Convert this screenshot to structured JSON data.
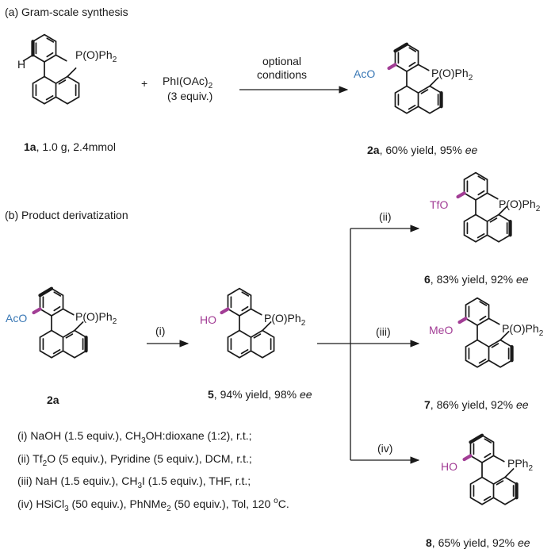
{
  "section_a": {
    "title": "(a) Gram-scale synthesis",
    "reactant": {
      "h": "H",
      "substituent": "P(O)Ph",
      "sub_num": "2",
      "label_bold": "1a",
      "label_rest": ", 1.0 g, 2.4mmol"
    },
    "plus": "+",
    "reagent": {
      "line1_a": "PhI(OAc)",
      "line1_num": "2",
      "line2": "(3 equiv.)"
    },
    "arrow": {
      "line1": "optional",
      "line2": "conditions"
    },
    "product": {
      "group": "AcO",
      "substituent": "P(O)Ph",
      "sub_num": "2",
      "label_bold": "2a",
      "label_rest": ", 60% yield, 95% ",
      "ee": "ee"
    }
  },
  "section_b": {
    "title": "(b) Product derivatization",
    "start": {
      "group": "AcO",
      "substituent": "P(O)Ph",
      "sub_num": "2",
      "label_bold": "2a"
    },
    "arrow_i": "(i)",
    "intermediate": {
      "group": "HO",
      "substituent": "P(O)Ph",
      "sub_num": "2",
      "label_bold": "5",
      "label_rest": ", 94% yield, 98% ",
      "ee": "ee"
    },
    "arrow_ii": "(ii)",
    "arrow_iii": "(iii)",
    "arrow_iv": "(iv)",
    "product6": {
      "group": "TfO",
      "substituent": "P(O)Ph",
      "sub_num": "2",
      "label_bold": "6",
      "label_rest": ", 83% yield, 92% ",
      "ee": "ee"
    },
    "product7": {
      "group": "MeO",
      "substituent": "P(O)Ph",
      "sub_num": "2",
      "label_bold": "7",
      "label_rest": ", 86% yield, 92% ",
      "ee": "ee"
    },
    "product8": {
      "group": "HO",
      "substituent": "PPh",
      "sub_num": "2",
      "label_bold": "8",
      "label_rest": ", 65% yield, 92% ",
      "ee": "ee"
    },
    "conditions": [
      {
        "text": "(i) NaOH (1.5 equiv.), CH",
        "sub": "3",
        "rest": "OH:dioxane (1:2), r.t.;"
      },
      {
        "text": "(ii) Tf",
        "sub": "2",
        "rest": "O (5 equiv.), Pyridine (5 equiv.), DCM, r.t.;"
      },
      {
        "text": "(iii) NaH (1.5 equiv.), CH",
        "sub": "3",
        "rest": "I (1.5 equiv.), THF, r.t.;"
      },
      {
        "text": "(iv)  HSiCl",
        "sub": "3",
        "rest": " (50 equiv.), PhNMe",
        "sub2": "2",
        "rest2": " (50 equiv.), Tol, 120 ",
        "sup": "o",
        "rest3": "C."
      }
    ]
  }
}
